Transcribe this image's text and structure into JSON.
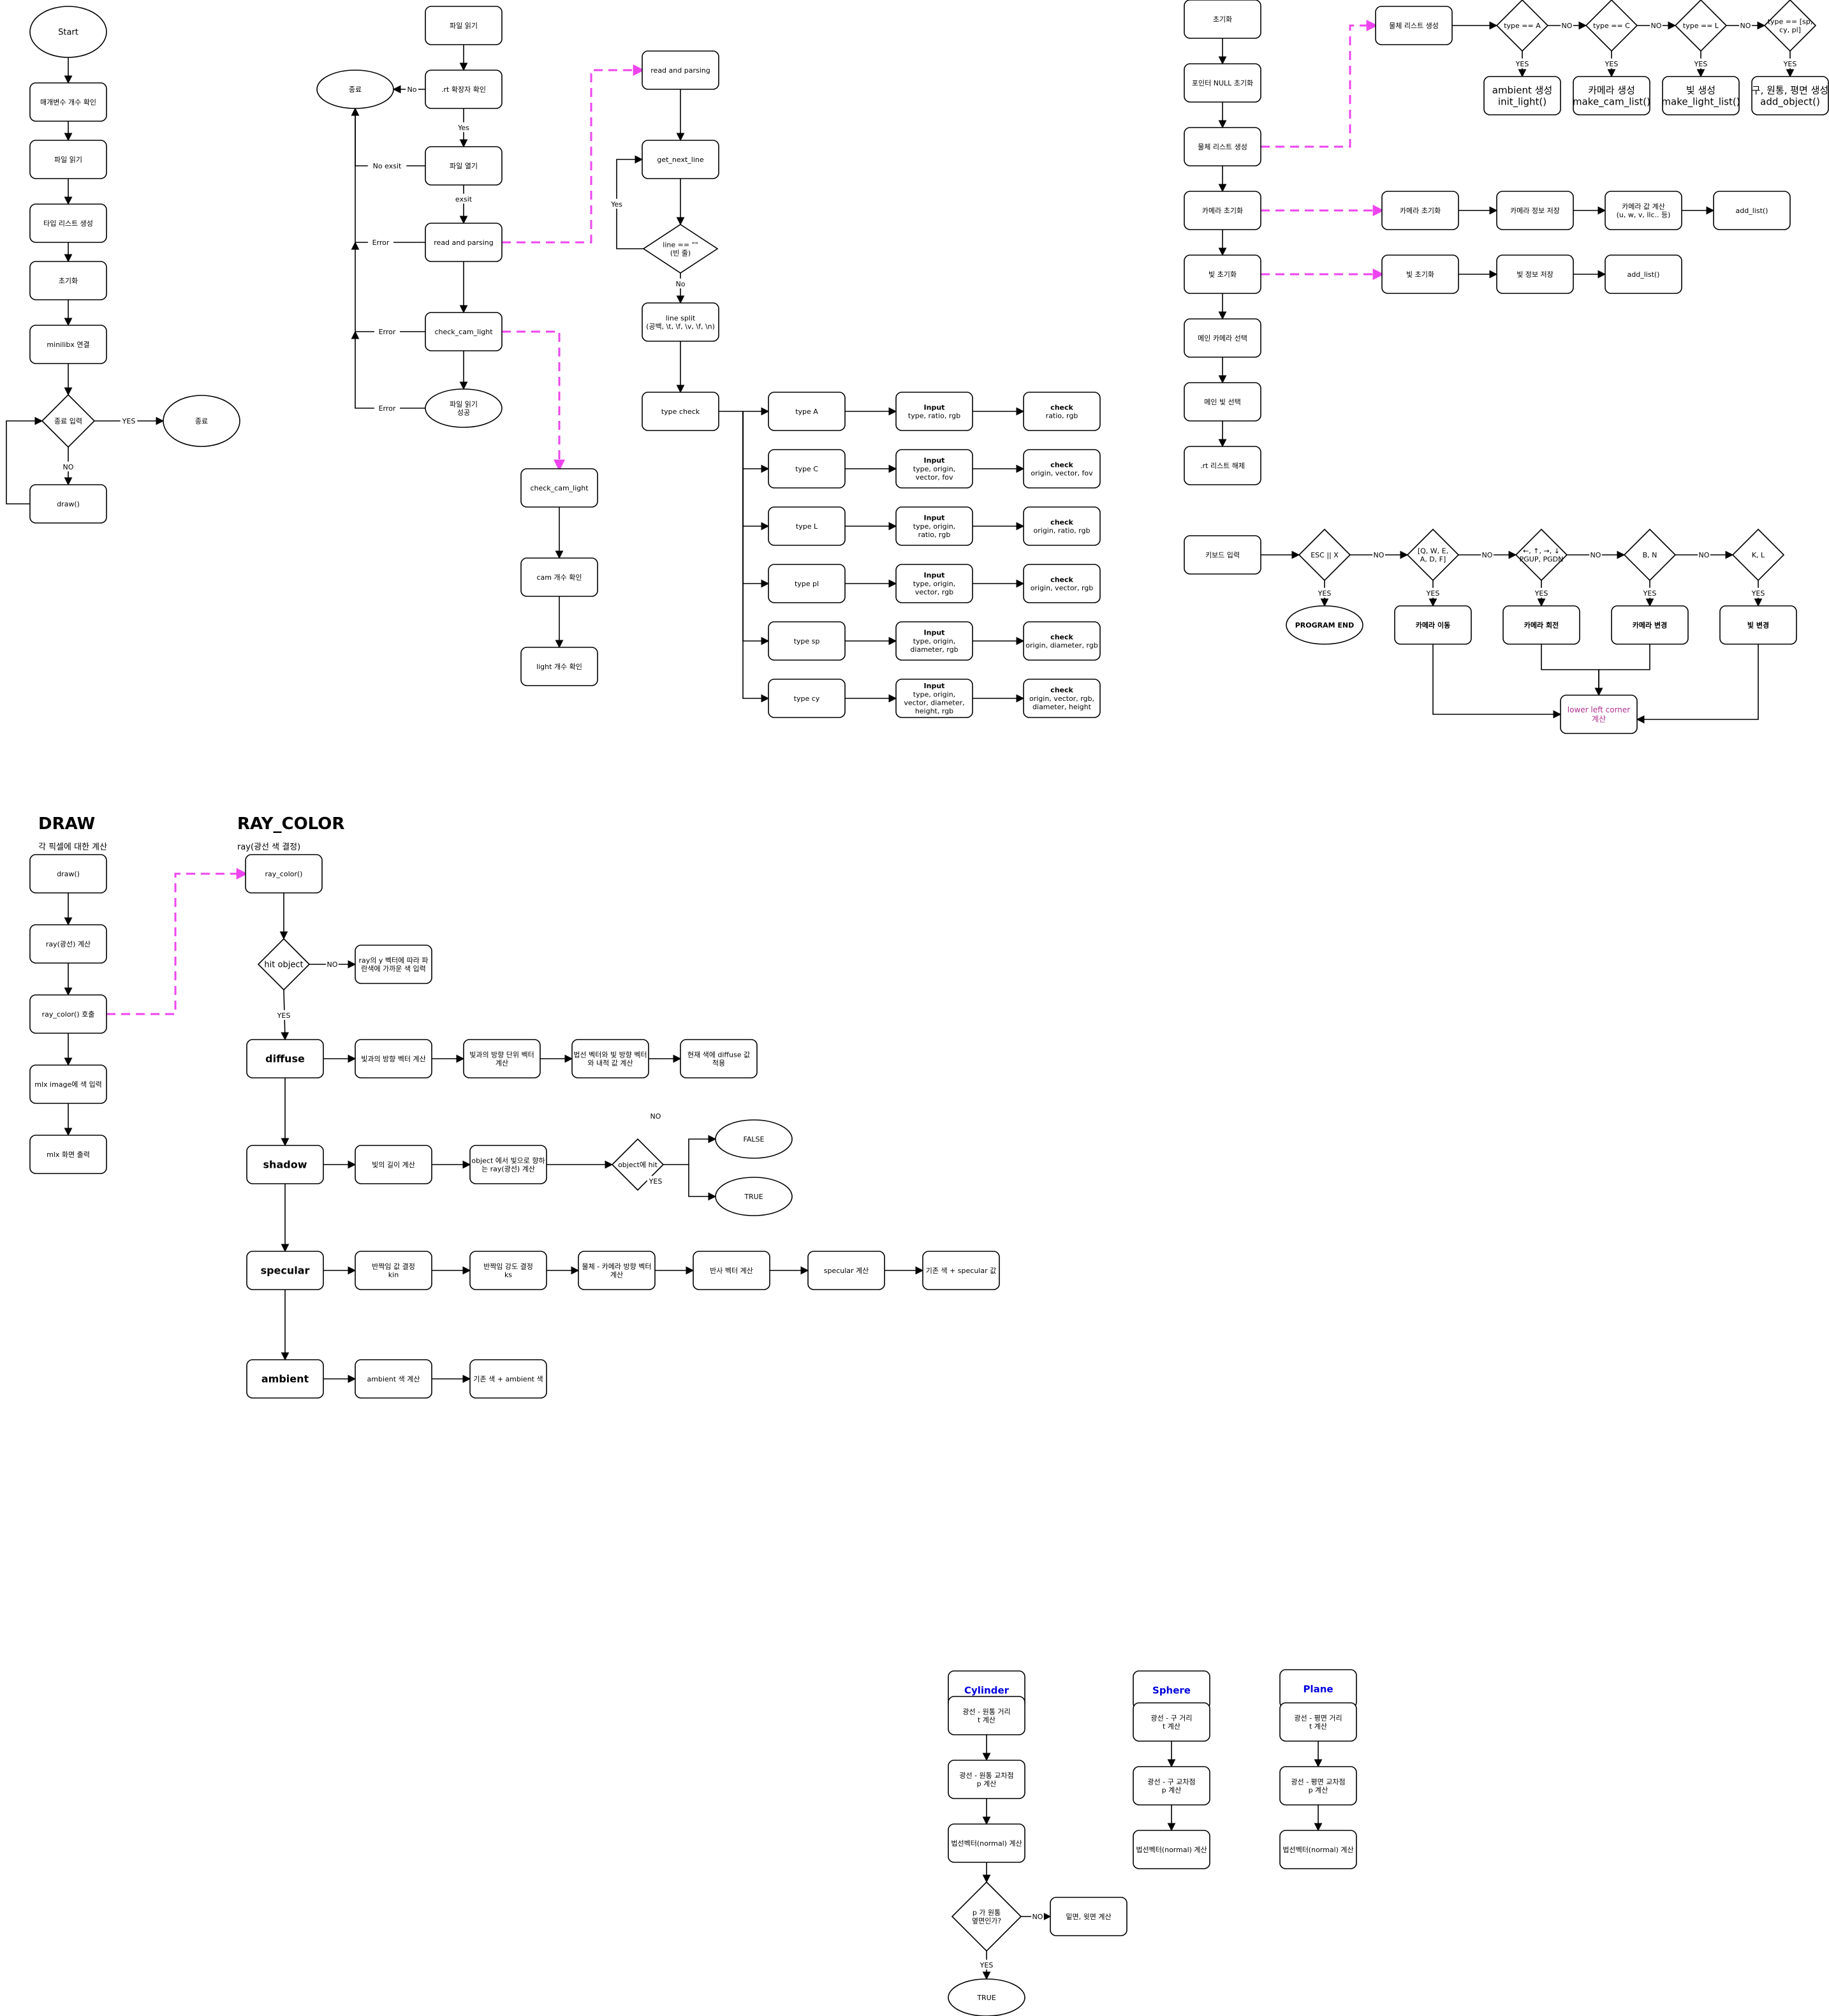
{
  "colors": {
    "highlight_edge": "#ee44ee",
    "blue_title": "#0000dd",
    "pink_text": "#b0308f"
  },
  "nodes": {
    "start": "Start",
    "args": "매개변수 개수 확인",
    "read1": "파일 읽기",
    "typelist": "타입 리스트 생성",
    "init1": "초기화",
    "mlx": "minilibx  연결",
    "endinput": "종료 입력",
    "end1": "종료",
    "draw1": "draw()",
    "read2": "파일 읽기",
    "ext": ".rt 확장자 확인",
    "end2": "종료",
    "open": "파일 열기",
    "rp1": "read and parsing",
    "ccl1": "check_cam_light",
    "readok": "파일 읽기\n성공",
    "ccl2": "check_cam_light",
    "camcnt": "cam 개수 확인",
    "lightcnt": "light 개수 확인",
    "rp2": "read and parsing",
    "gnl": "get_next_line",
    "lineempty": "line == \"\"\n(빈 줄)",
    "split": "line split\n(공백, \\t, \\f, \\v, \\f, \\n)",
    "typecheck": "type check",
    "tA": "type A",
    "tC": "type C",
    "tL": "type L",
    "tpl": "type pl",
    "tsp": "type sp",
    "tcy": "type cy",
    "iA": "Input\ntype, ratio, rgb",
    "iC": "Input\ntype, origin,\nvector, fov",
    "iL": "Input\ntype, origin,\nratio, rgb",
    "ipl": "Input\ntype, origin,\nvector, rgb",
    "isp": "Input\ntype, origin,\ndiameter, rgb",
    "icy": "Input\ntype, origin,\nvector, diameter,\nheight, rgb",
    "cA": "check\nratio, rgb",
    "cC": "check\norigin, vector, fov",
    "cL": "check\norigin, ratio, rgb",
    "cpl": "check\norigin, vector, rgb",
    "csp": "check\norigin, diameter, rgb",
    "ccy": "check\norigin, vector, rgb,\ndiameter, height",
    "init2": "초기화",
    "ptrnull": "포인터 NULL 초기화",
    "objlist": "물체 리스트 생성",
    "caminit": "카메라 초기화",
    "lightinit": "빛 초기화",
    "maincam": "메인 카메라 선택",
    "mainlight": "메인 빛 선택",
    "rtfree": ".rt 리스트 해제",
    "objlist2": "물체 리스트 생성",
    "dA": "type == A",
    "dC": "type == C",
    "dL": "type == L",
    "dsp": "type == [sp,\ncy, pl]",
    "amb": "ambient 생성\ninit_light()",
    "camc": "카메라 생성\nmake_cam_list()",
    "lightc": "빛 생성\nmake_light_list()",
    "objc": "구, 원통, 평면 생성\nadd_object()",
    "caminit2": "카메라 초기화",
    "camsave": "카메라 정보 저장",
    "camcalc": "카메라 값 계산\n(u, w, v, llc.. 등)",
    "addlist1": "add_list()",
    "lightinit2": "빛 초기화",
    "lightsave": "빛 정보 저장",
    "addlist2": "add_list()",
    "kbd": "키보드 입력",
    "esc": "ESC || X",
    "qwe": "[Q, W, E,\nA, D, F]",
    "arrows": "←, ↑, →, ↓\nPGUP, PGDN",
    "bn": "B, N",
    "kl": "K, L",
    "pend": "PROGRAM END",
    "cammove": "카메라 이동",
    "camrot": "카메라 회전",
    "camchg": "카메라 변경",
    "lightchg": "빛 변경",
    "llc": "lower left corner\n계산",
    "draw2": "draw()",
    "raycalc": "ray(광선) 계산",
    "raycall": "ray_color() 호출",
    "mlximg": "mlx image에 색 입력",
    "mlxout": "mlx 화면 출력",
    "raycolor": "ray_color()",
    "hit": "hit object",
    "nohit": "ray의 y 벡터에 따라 파\n란색에 가까운 색 입력",
    "diffuse": "diffuse",
    "d1": "빛과의 방향 벡터 계산",
    "d2": "빛과의 방향 단위 벡터\n계산",
    "d3": "법선 벡터와 빛 방향 벡터\n와 내적 값 계산",
    "d4": "현재 색에 diffuse 값\n적용",
    "shadow": "shadow",
    "s1": "빛의 길이 계산",
    "s2": "object 에서 빛으로 향하\n는 ray(광선) 계산",
    "s3": "object에 hit",
    "sfalse": "FALSE",
    "strue": "TRUE",
    "specular": "specular",
    "p1": "반짝임 값 결정\nkin",
    "p2": "반짝임 강도 결정\nks",
    "p3": "물체 - 카메라 방향 벡터\n계산",
    "p4": "반사 벡터 계산",
    "p5": "specular 계산",
    "p6": "기존 색 + specular 값",
    "ambient": "ambient",
    "a1": "ambient 색 계산",
    "a2": "기존 색 + ambient 색",
    "cyl": "Cylinder",
    "cy1": "광선 - 원통 거리\nt 계산",
    "cy2": "광선 - 원통 교차점\np 계산",
    "cy3": "법선벡터(normal) 계산",
    "cy4": "p   가 원통\n옆면인가?",
    "cy5": "밑면, 윗면 계산",
    "cy6": "TRUE",
    "sph": "Sphere",
    "sp1": "광선 - 구 거리\nt 계산",
    "sp2": "광선 - 구 교차점\np 계산",
    "sp3": "법선벡터(normal) 계산",
    "pln": "Plane",
    "pl1": "광선 - 평면 거리\nt 계산",
    "pl2": "광선 - 평면 교차점\np 계산",
    "pl3": "법선벡터(normal) 계산"
  },
  "edge_labels": {
    "yes": "YES",
    "no": "NO",
    "Yes": "Yes",
    "No": "No",
    "noexist": "No exsit",
    "exsit": "exsit",
    "error": "Error"
  },
  "titles": {
    "draw": "DRAW",
    "draw_sub": "각 픽셀에 대한 계산",
    "ray": "RAY_COLOR",
    "ray_sub": "ray(광선 색 결정)"
  }
}
